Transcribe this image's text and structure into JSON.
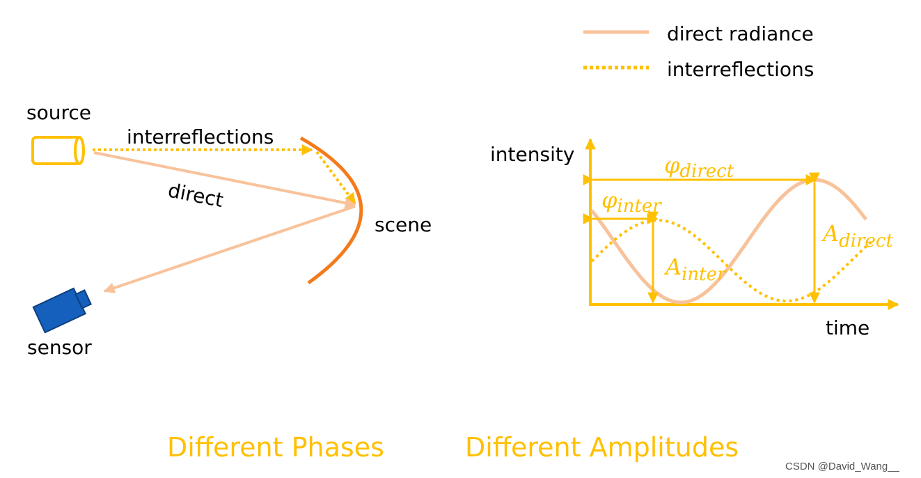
{
  "legend": {
    "direct_label": "direct radiance",
    "inter_label": "interreflections"
  },
  "scene": {
    "source_label": "source",
    "sensor_label": "sensor",
    "scene_label": "scene",
    "inter_path_label": "interreflections",
    "direct_path_label": "direct"
  },
  "plot": {
    "ylabel": "intensity",
    "xlabel": "time",
    "phi_direct": {
      "sym": "φ",
      "sub": "direct"
    },
    "phi_inter": {
      "sym": "φ",
      "sub": "inter"
    },
    "a_direct": {
      "sym": "A",
      "sub": "direct"
    },
    "a_inter": {
      "sym": "A",
      "sub": "inter"
    }
  },
  "captions": {
    "phases": "Different Phases",
    "amplitudes": "Different Amplitudes"
  },
  "watermark": "CSDN @David_Wang__",
  "colors": {
    "direct": "#f8c29a",
    "inter": "#ffc000",
    "scene_curve": "#f47a1a",
    "sensor": "#1560bd",
    "accent": "#ffc000"
  }
}
